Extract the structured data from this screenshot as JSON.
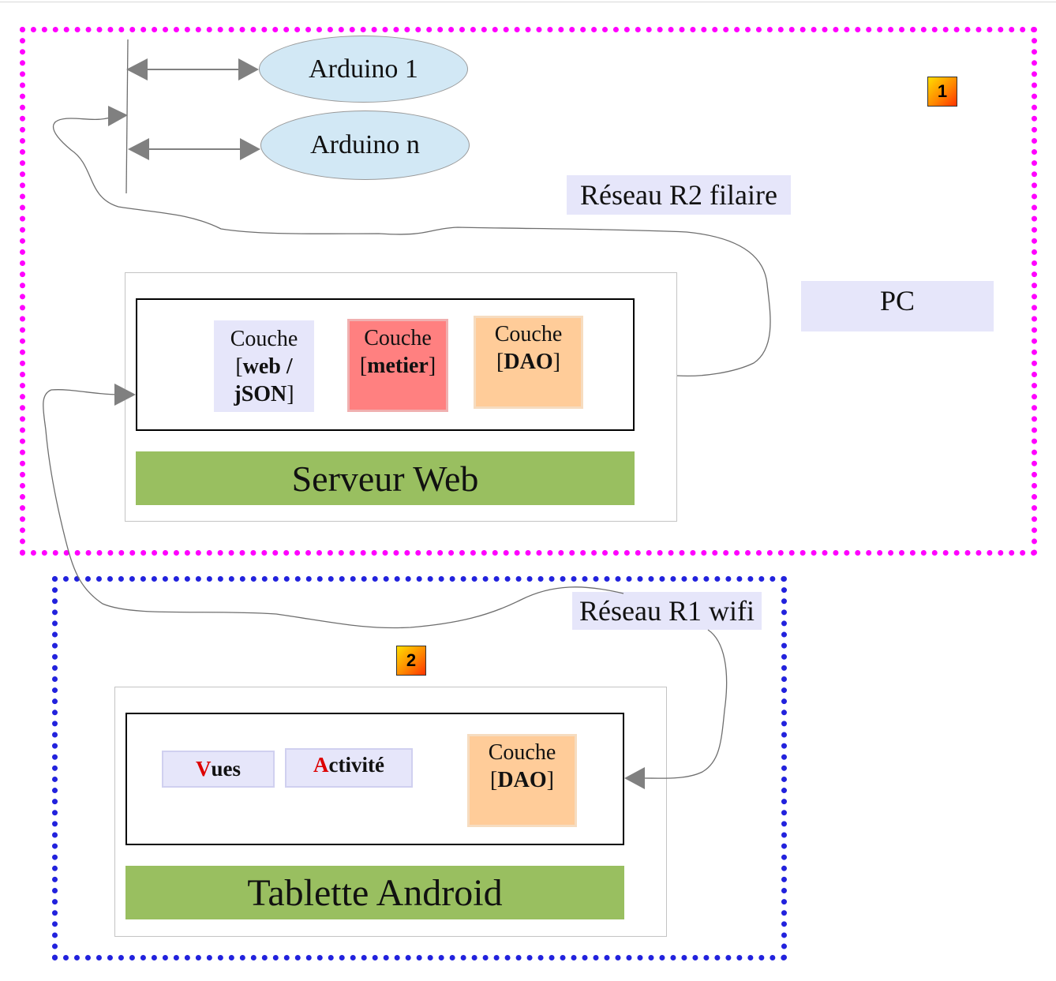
{
  "zones": {
    "pc_badge": "1",
    "tablet_badge": "2"
  },
  "devices": {
    "arduino_1": "Arduino 1",
    "arduino_n": "Arduino n"
  },
  "networks": {
    "wired": "Réseau R2 filaire",
    "wifi": "Réseau R1 wifi"
  },
  "pc": {
    "label": "PC",
    "server": {
      "banner": "Serveur Web",
      "layers": {
        "web": {
          "prefix": "Couche",
          "name": "web / jSON"
        },
        "metier": {
          "prefix": "Couche",
          "name": "metier"
        },
        "dao": {
          "prefix": "Couche",
          "name": "DAO"
        }
      }
    }
  },
  "tablet": {
    "banner": "Tablette Android",
    "vues": {
      "first": "V",
      "rest": "ues"
    },
    "activite": {
      "first": "A",
      "rest": "ctivité"
    },
    "dao": {
      "prefix": "Couche",
      "name": "DAO"
    }
  },
  "colors": {
    "pc_border": "#ff00ff",
    "tablet_border": "#2222dd",
    "banner": "#99bf60",
    "label_bg": "#e6e6fa",
    "metier": "#ff8080",
    "dao": "#ffcc99",
    "arduino": "#d2e8f5",
    "accent_letter": "#dd0000"
  }
}
